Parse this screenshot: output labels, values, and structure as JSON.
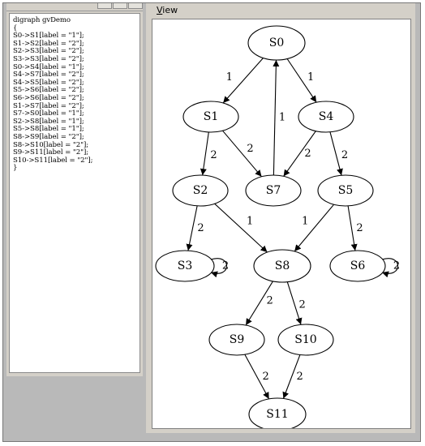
{
  "editor": {
    "lines": [
      "digraph gvDemo",
      "{",
      "S0->S1[label = \"1\"];",
      "S1->S2[label = \"2\"];",
      "S2->S3[label = \"2\"];",
      "S3->S3[label = \"2\"];",
      "S0->S4[label = \"1\"];",
      "S4->S7[label = \"2\"];",
      "S4->S5[label = \"2\"];",
      "S5->S6[label = \"2\"];",
      "S6->S6[label = \"2\"];",
      "S1->S7[label = \"2\"];",
      "S7->S0[label = \"1\"];",
      "S2->S8[label = \"1\"];",
      "S5->S8[label = \"1\"];",
      "S8->S9[label = \"2\"];",
      "S8->S10[label = \"2\"];",
      "S9->S11[label = \"2\"];",
      "S10->S11[label = \"2\"];",
      "}"
    ]
  },
  "view": {
    "menu_first_letter": "V",
    "menu_rest": "iew"
  },
  "graph": {
    "nodes": [
      "S0",
      "S1",
      "S4",
      "S7",
      "S2",
      "S5",
      "S3",
      "S8",
      "S6",
      "S9",
      "S10",
      "S11"
    ],
    "edges": [
      {
        "from": "S0",
        "to": "S1",
        "label": "1"
      },
      {
        "from": "S1",
        "to": "S2",
        "label": "2"
      },
      {
        "from": "S2",
        "to": "S3",
        "label": "2"
      },
      {
        "from": "S3",
        "to": "S3",
        "label": "2"
      },
      {
        "from": "S0",
        "to": "S4",
        "label": "1"
      },
      {
        "from": "S4",
        "to": "S7",
        "label": "2"
      },
      {
        "from": "S4",
        "to": "S5",
        "label": "2"
      },
      {
        "from": "S5",
        "to": "S6",
        "label": "2"
      },
      {
        "from": "S6",
        "to": "S6",
        "label": "2"
      },
      {
        "from": "S1",
        "to": "S7",
        "label": "2"
      },
      {
        "from": "S7",
        "to": "S0",
        "label": "1"
      },
      {
        "from": "S2",
        "to": "S8",
        "label": "1"
      },
      {
        "from": "S5",
        "to": "S8",
        "label": "1"
      },
      {
        "from": "S8",
        "to": "S9",
        "label": "2"
      },
      {
        "from": "S8",
        "to": "S10",
        "label": "2"
      },
      {
        "from": "S9",
        "to": "S11",
        "label": "2"
      },
      {
        "from": "S10",
        "to": "S11",
        "label": "2"
      }
    ]
  }
}
